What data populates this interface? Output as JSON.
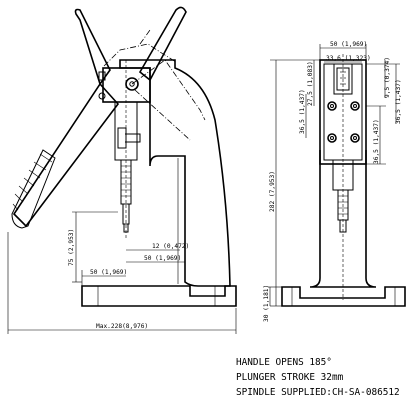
{
  "dimensions": {
    "overall_length": "Max.228(8,976)",
    "height_total": "282 (7,953)",
    "stroke_height": "75 (2,953)",
    "offset_12": "12 (0,472)",
    "offset_50_inner": "50 (1,969)",
    "offset_50_outer": "50 (1,969)",
    "base_height": "30 (1,181)",
    "top_width": "50 (1,969)",
    "hole_spacing": "33,6 (1,323)",
    "ram_height": "36,5 (1,437)",
    "upper_offset": "27,5 (1,083)",
    "right_top": "9,5 (0,374)",
    "right_mid": "36,5 (1,437)",
    "right_low": "36,5 (1,437)"
  },
  "notes": {
    "handle": "HANDLE OPENS 185°",
    "stroke": "PLUNGER STROKE  32mm",
    "spindle": "SPINDLE SUPPLIED:CH-SA-086512"
  }
}
